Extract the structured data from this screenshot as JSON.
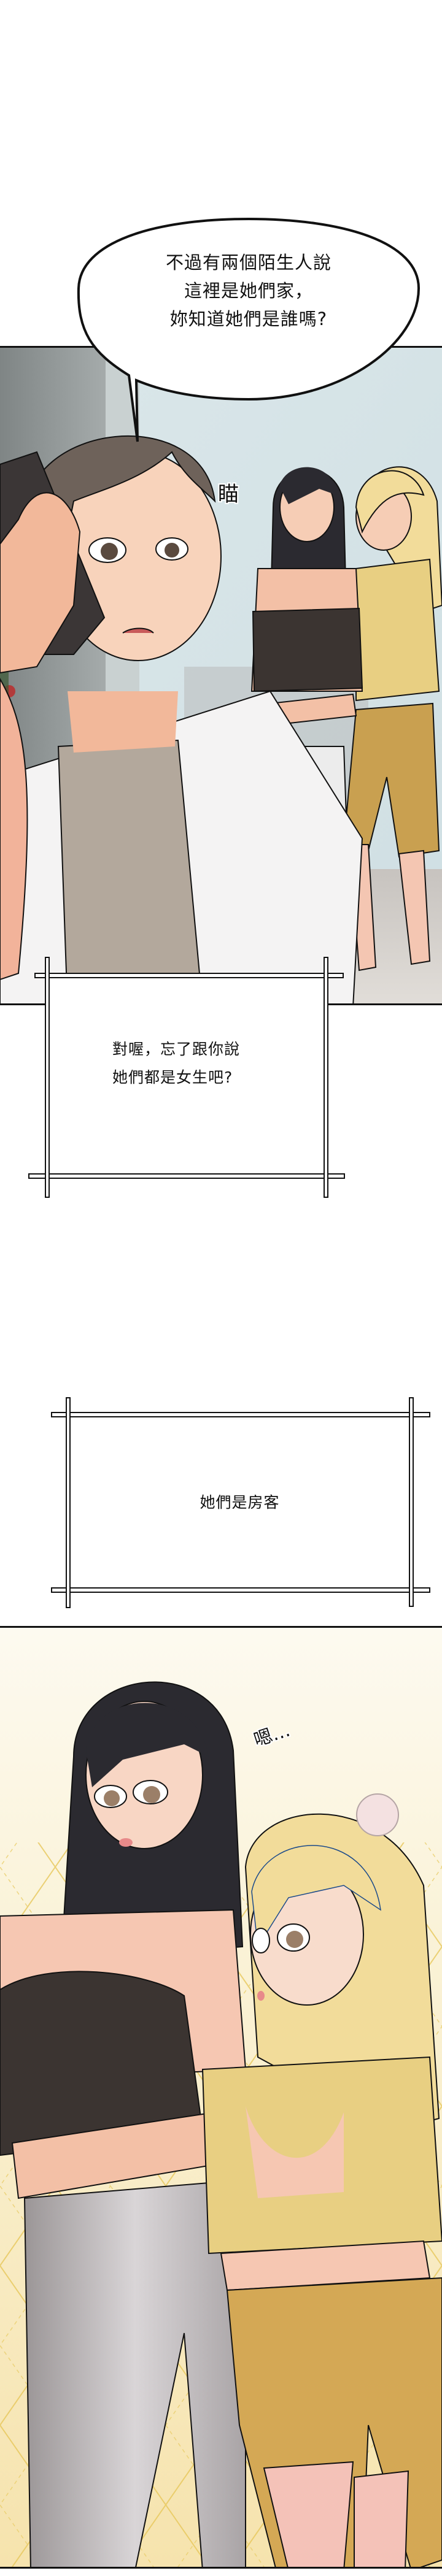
{
  "comic": {
    "format": "vertical webtoon strip",
    "bubble_1": {
      "speaker": "man on phone",
      "lines": [
        "不過有兩個陌生人說",
        "這裡是她們家，",
        "妳知道她們是誰嗎?"
      ]
    },
    "panel_1": {
      "description": "Man talking on phone, sweating; two women (dark-haired in black top, blonde in yellow top) watching in background",
      "sfx": "瞄"
    },
    "caption_1": {
      "lines": [
        "對喔，忘了跟你說",
        "她們都是女生吧?"
      ]
    },
    "caption_2": {
      "lines": [
        "她們是房客"
      ]
    },
    "panel_2": {
      "description": "Dark-haired woman with arms crossed and blonde woman leaning on her, argyle wallpaper background",
      "sfx": "嗯…"
    },
    "colors": {
      "panel_1_wall": "#8e9494",
      "panel_1_sky": "#d7e6ea",
      "panel_2_bg": "#f6e6b4",
      "argyle_line": "#e7c75a",
      "ink": "#111111",
      "skin": "#f6c3a8",
      "man_hair": "#6e625a",
      "dark_hair": "#2b2a30",
      "blonde_hair": "#f2dc9a",
      "black_top": "#3b3431",
      "yellow_top": "#e8cf82",
      "mustard_shorts": "#c9a050",
      "grey_pants": "#c9c5c8",
      "white_shirt": "#f4f3f3",
      "tan_tee": "#b3a89c"
    }
  }
}
